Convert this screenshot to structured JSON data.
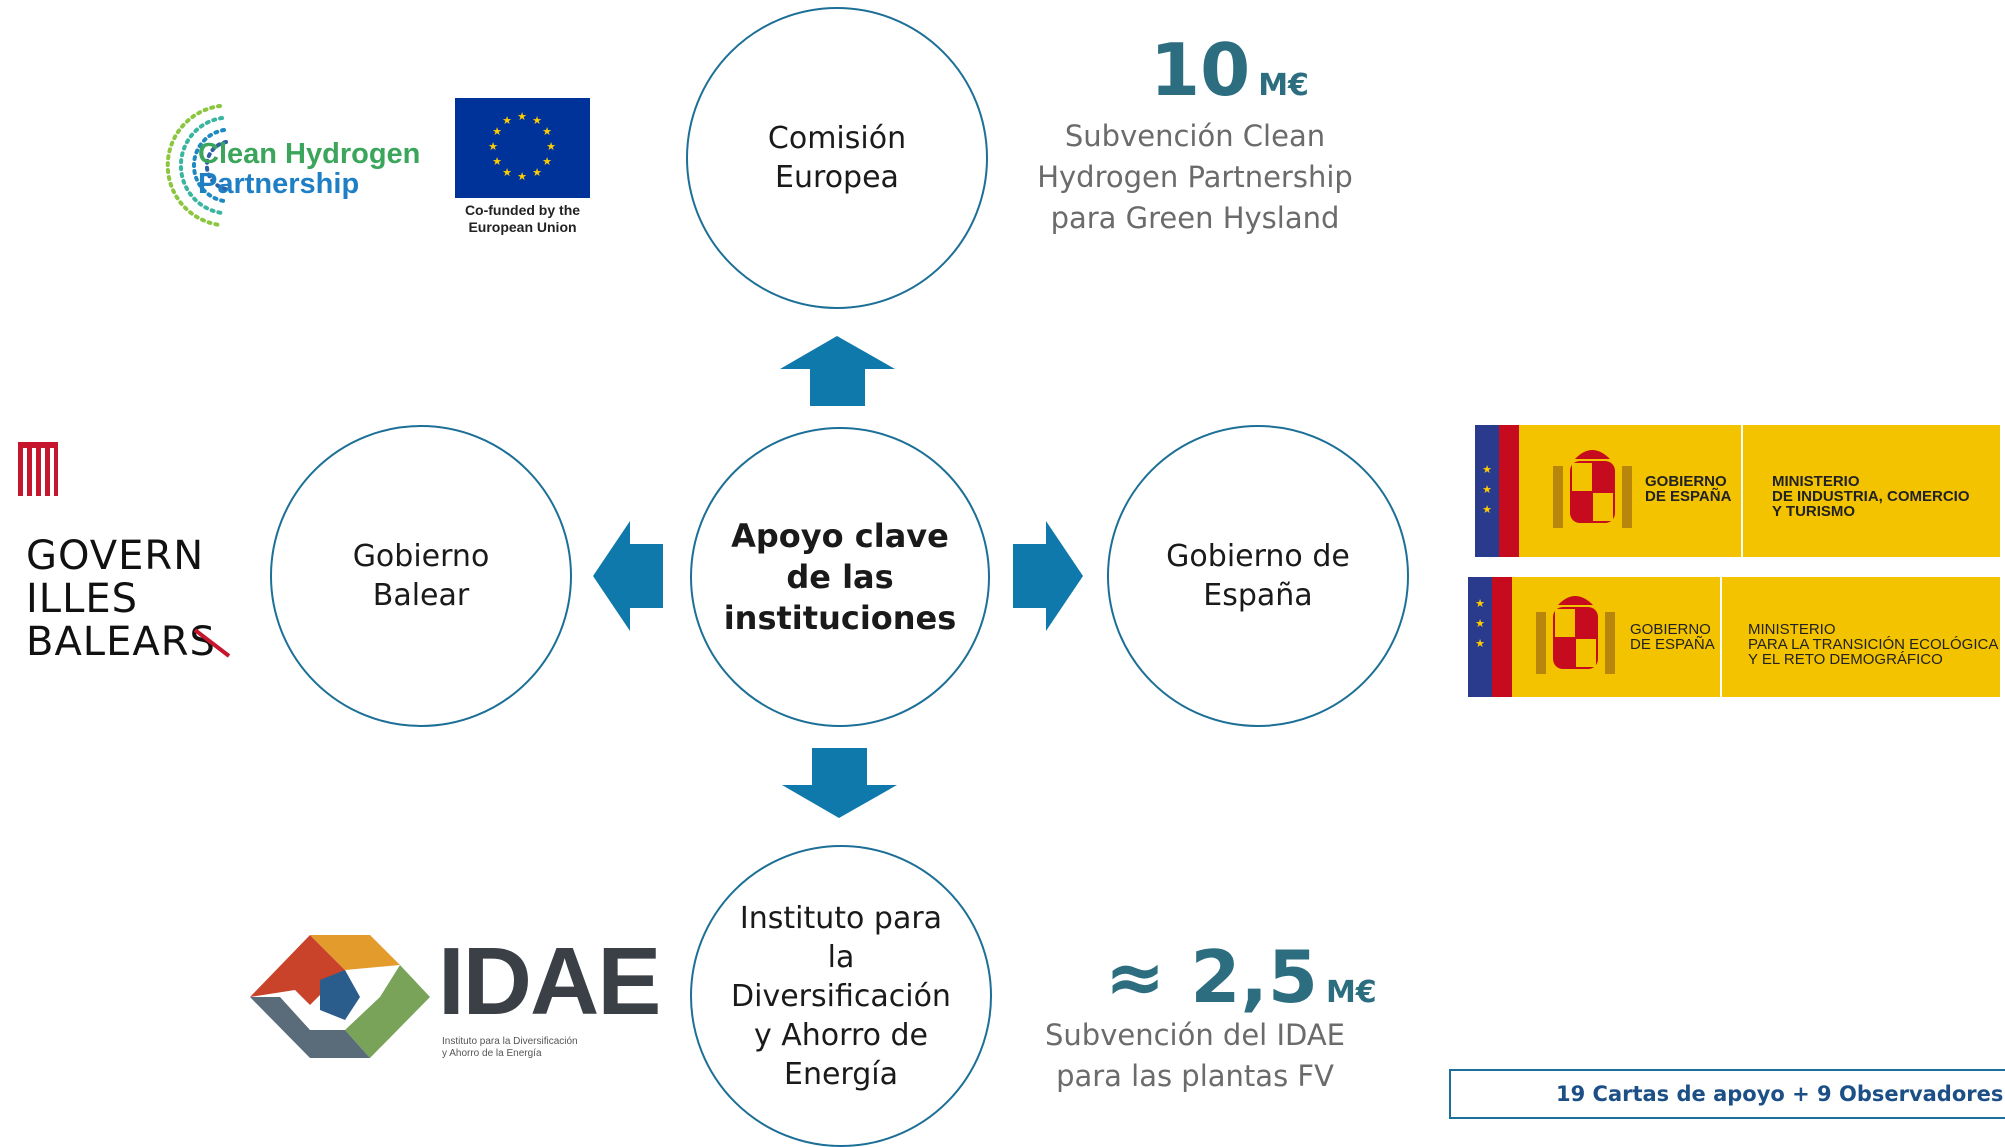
{
  "center": {
    "label": "Apoyo clave\nde las\ninstituciones"
  },
  "nodes": {
    "top": {
      "label": "Comisión\nEuropea"
    },
    "left": {
      "label": "Gobierno\nBalear"
    },
    "right": {
      "label": "Gobierno de\nEspaña"
    },
    "bottom": {
      "label": "Instituto para\nla\nDiversificación\ny Ahorro de\nEnergía"
    }
  },
  "funding": {
    "eu": {
      "amount": "10",
      "unit": "M€",
      "description": "Subvención Clean\nHydrogen Partnership\npara Green Hysland"
    },
    "idae": {
      "amount": "≈ 2,5",
      "unit": "M€",
      "description": "Subvención del IDAE\npara las plantas FV"
    }
  },
  "logos": {
    "clean_hydrogen": {
      "line1": "Clean Hydrogen",
      "line2": "Partnership"
    },
    "eu_flag": {
      "caption_line1": "Co-funded by the",
      "caption_line2": "European Union"
    },
    "govern": {
      "line1": "GOVERN",
      "line2": "ILLES",
      "line3": "BALEARS"
    },
    "spain_industry": {
      "gobierno": "GOBIERNO\nDE ESPAÑA",
      "ministerio": "MINISTERIO\nDE INDUSTRIA, COMERCIO\nY TURISMO"
    },
    "spain_transition": {
      "gobierno": "GOBIERNO\nDE ESPAÑA",
      "ministerio": "MINISTERIO\nPARA LA TRANSICIÓN ECOLÓGICA\nY EL RETO DEMOGRÁFICO"
    },
    "idae": {
      "name": "IDAE",
      "tagline_line1": "Instituto para la Diversificación",
      "tagline_line2": "y Ahorro de la Energía"
    }
  },
  "footer": {
    "text": "19 Cartas de apoyo + 9 Observadores"
  },
  "colors": {
    "circle_border": "#1c6f96",
    "arrow": "#0f79ab",
    "amount": "#2c6e80",
    "spain_yellow": "#f3c300",
    "spain_red": "#c60b1e",
    "eu_blue": "#003399"
  }
}
